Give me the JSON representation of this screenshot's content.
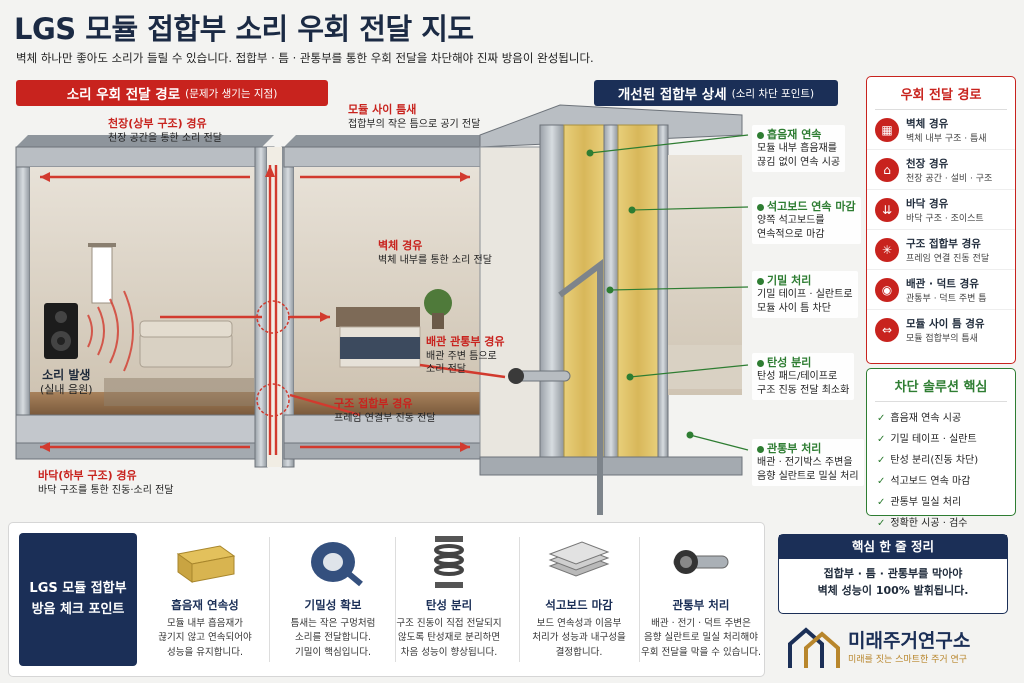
{
  "header": {
    "title": "LGS 모듈 접합부 소리 우회 전달 지도",
    "subtitle": "벽체 하나만 좋아도 소리가 들릴 수 있습니다. 접합부 · 틈 · 관통부를 통한 우회 전달을 차단해야 진짜 방음이 완성됩니다."
  },
  "banners": {
    "left": {
      "title": "소리 우회 전달 경로",
      "note": "(문제가 생기는 지점)"
    },
    "right": {
      "title": "개선된 접합부 상세",
      "note": "(소리 차단 포인트)"
    }
  },
  "scene_labels": {
    "speaker": {
      "title": "소리 발생",
      "desc": "(실내 음원)"
    },
    "ceiling": {
      "title": "천장(상부 구조) 경유",
      "desc": "천장 공간을 통한 소리 전달"
    },
    "gap": {
      "title": "모듈 사이 틈새",
      "desc": "접합부의 작은 틈으로 공기 전달"
    },
    "wall": {
      "title": "벽체 경유",
      "desc": "벽체 내부를 통한 소리 전달"
    },
    "pipe": {
      "title": "배관 관통부 경유",
      "desc1": "배관 주변 틈으로",
      "desc2": "소리 전달"
    },
    "structure": {
      "title": "구조 접합부 경유",
      "desc": "프레임 연결부 진동 전달"
    },
    "floor": {
      "title": "바닥(하부 구조) 경유",
      "desc": "바닥 구조를 통한 진동·소리 전달"
    }
  },
  "improvements": [
    {
      "title": "흡음재 연속",
      "desc1": "모듈 내부 흡음재를",
      "desc2": "끊김 없이 연속 시공"
    },
    {
      "title": "석고보드 연속 마감",
      "desc1": "양쪽 석고보드를",
      "desc2": "연속적으로 마감"
    },
    {
      "title": "기밀 처리",
      "desc1": "기밀 테이프 · 실란트로",
      "desc2": "모듈 사이 틈 차단"
    },
    {
      "title": "탄성 분리",
      "desc1": "탄성 패드/테이프로",
      "desc2": "구조 진동 전달 최소화"
    },
    {
      "title": "관통부 처리",
      "desc1": "배관 · 전기박스 주변을",
      "desc2": "음향 실란트로 밀실 처리"
    }
  ],
  "routes_panel": {
    "title": "우회 전달 경로",
    "items": [
      {
        "icon": "wall-icon",
        "title": "벽체 경유",
        "desc": "벽체 내부 구조 · 틈새"
      },
      {
        "icon": "ceiling-icon",
        "title": "천장 경유",
        "desc": "천장 공간 · 설비 · 구조"
      },
      {
        "icon": "floor-icon",
        "title": "바닥 경유",
        "desc": "바닥 구조 · 조이스트"
      },
      {
        "icon": "joint-icon",
        "title": "구조 접합부 경유",
        "desc": "프레임 연결 진동 전달"
      },
      {
        "icon": "pipe-icon",
        "title": "배관 · 덕트 경유",
        "desc": "관통부 · 덕트 주변 틈"
      },
      {
        "icon": "gap-icon",
        "title": "모듈 사이 틈 경유",
        "desc": "모듈 접합부의 틈새"
      }
    ]
  },
  "solutions_panel": {
    "title": "차단 솔루션 핵심",
    "items": [
      "흡음재 연속 시공",
      "기밀 테이프 · 실란트",
      "탄성 분리(진동 차단)",
      "석고보드 연속 마감",
      "관통부 밀실 처리",
      "정확한 시공 · 검수"
    ]
  },
  "checkpoints": {
    "title_line1": "LGS 모듈 접합부",
    "title_line2": "방음 체크 포인트",
    "items": [
      {
        "icon": "insulation-icon",
        "title": "흡음재 연속성",
        "desc": "모듈 내부 흡음재가\n끊기지 않고 연속되어야\n성능을 유지합니다."
      },
      {
        "icon": "tape-icon",
        "title": "기밀성 확보",
        "desc": "틈새는 작은 구멍처럼\n소리를 전달합니다.\n기밀이 핵심입니다."
      },
      {
        "icon": "spring-icon",
        "title": "탄성 분리",
        "desc": "구조 진동이 직접 전달되지\n않도록 탄성재로 분리하면\n차음 성능이 향상됩니다."
      },
      {
        "icon": "board-icon",
        "title": "석고보드 마감",
        "desc": "보드 연속성과 이음부\n처리가 성능과 내구성을\n결정합니다."
      },
      {
        "icon": "pipe-seal-icon",
        "title": "관통부 처리",
        "desc": "배관 · 전기 · 덕트 주변은\n음향 실란트로 밀실 처리해야\n우회 전달을 막을 수 있습니다."
      }
    ]
  },
  "summary": {
    "title": "핵심 한 줄 정리",
    "line1": "접합부 · 틈 · 관통부를 막아야",
    "line2": "벽체 성능이 100% 발휘됩니다."
  },
  "logo": {
    "name": "미래주거연구소",
    "slogan": "미래를 짓는 스마트한 주거 연구"
  },
  "colors": {
    "red": "#c8231e",
    "navy": "#1b2f57",
    "green": "#2e7d32",
    "gold": "#b8862c"
  }
}
